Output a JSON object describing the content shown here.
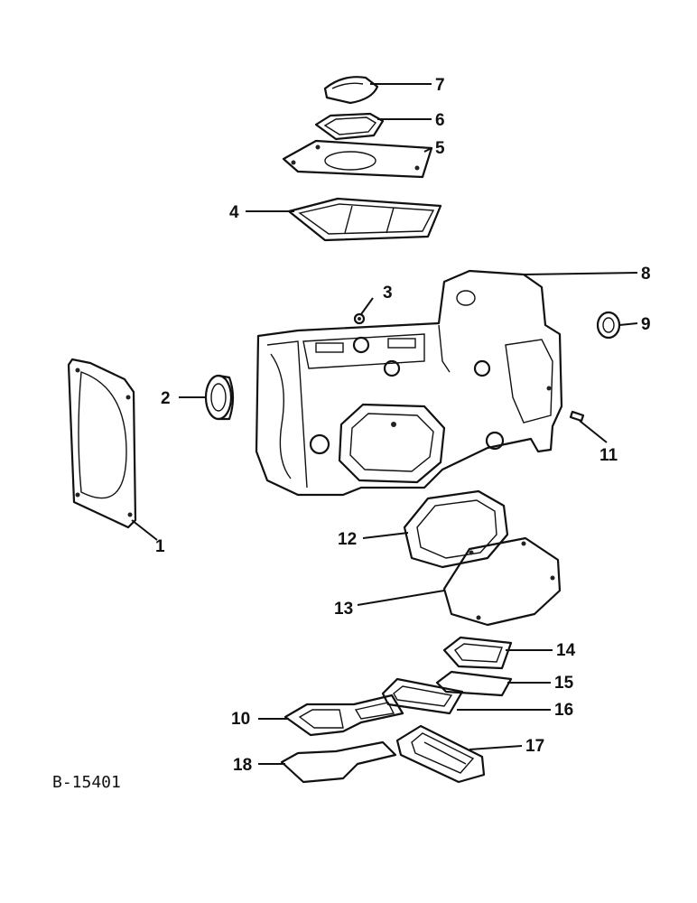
{
  "figure_id": "B-15401",
  "callouts": {
    "c1": "1",
    "c2": "2",
    "c3": "3",
    "c4": "4",
    "c5": "5",
    "c6": "6",
    "c7": "7",
    "c8": "8",
    "c9": "9",
    "c10": "10",
    "c11": "11",
    "c12": "12",
    "c13": "13",
    "c14": "14",
    "c15": "15",
    "c16": "16",
    "c17": "17",
    "c18": "18"
  },
  "colors": {
    "ink": "#111111",
    "paper": "#ffffff"
  }
}
